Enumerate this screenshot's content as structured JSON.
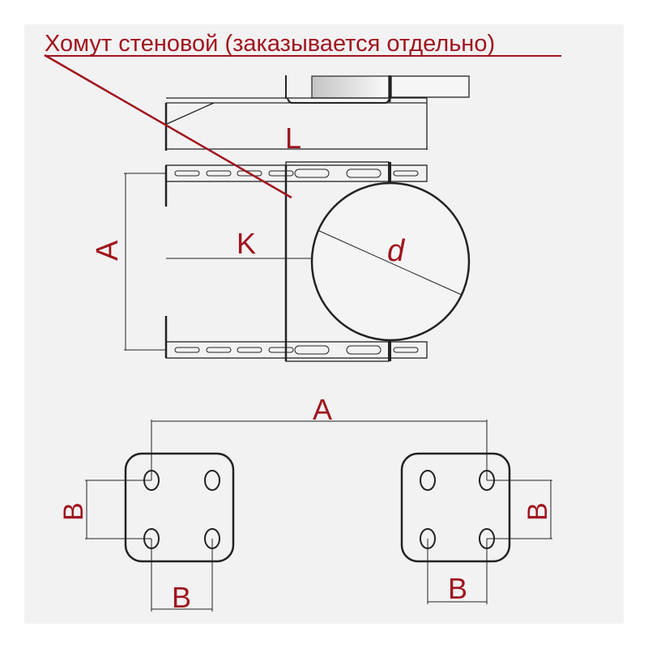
{
  "title": "Хомут стеновой (заказывается отдельно)",
  "labels": {
    "L": "L",
    "K": "K",
    "d": "d",
    "A_side": "A",
    "A_top": "A",
    "B_left_vertical": "B",
    "B_left_horizontal": "B",
    "B_right_vertical": "B",
    "B_right_horizontal": "B"
  },
  "colors": {
    "accent": "#a0141e",
    "line": "#222222",
    "background": "#f2f2f2"
  }
}
